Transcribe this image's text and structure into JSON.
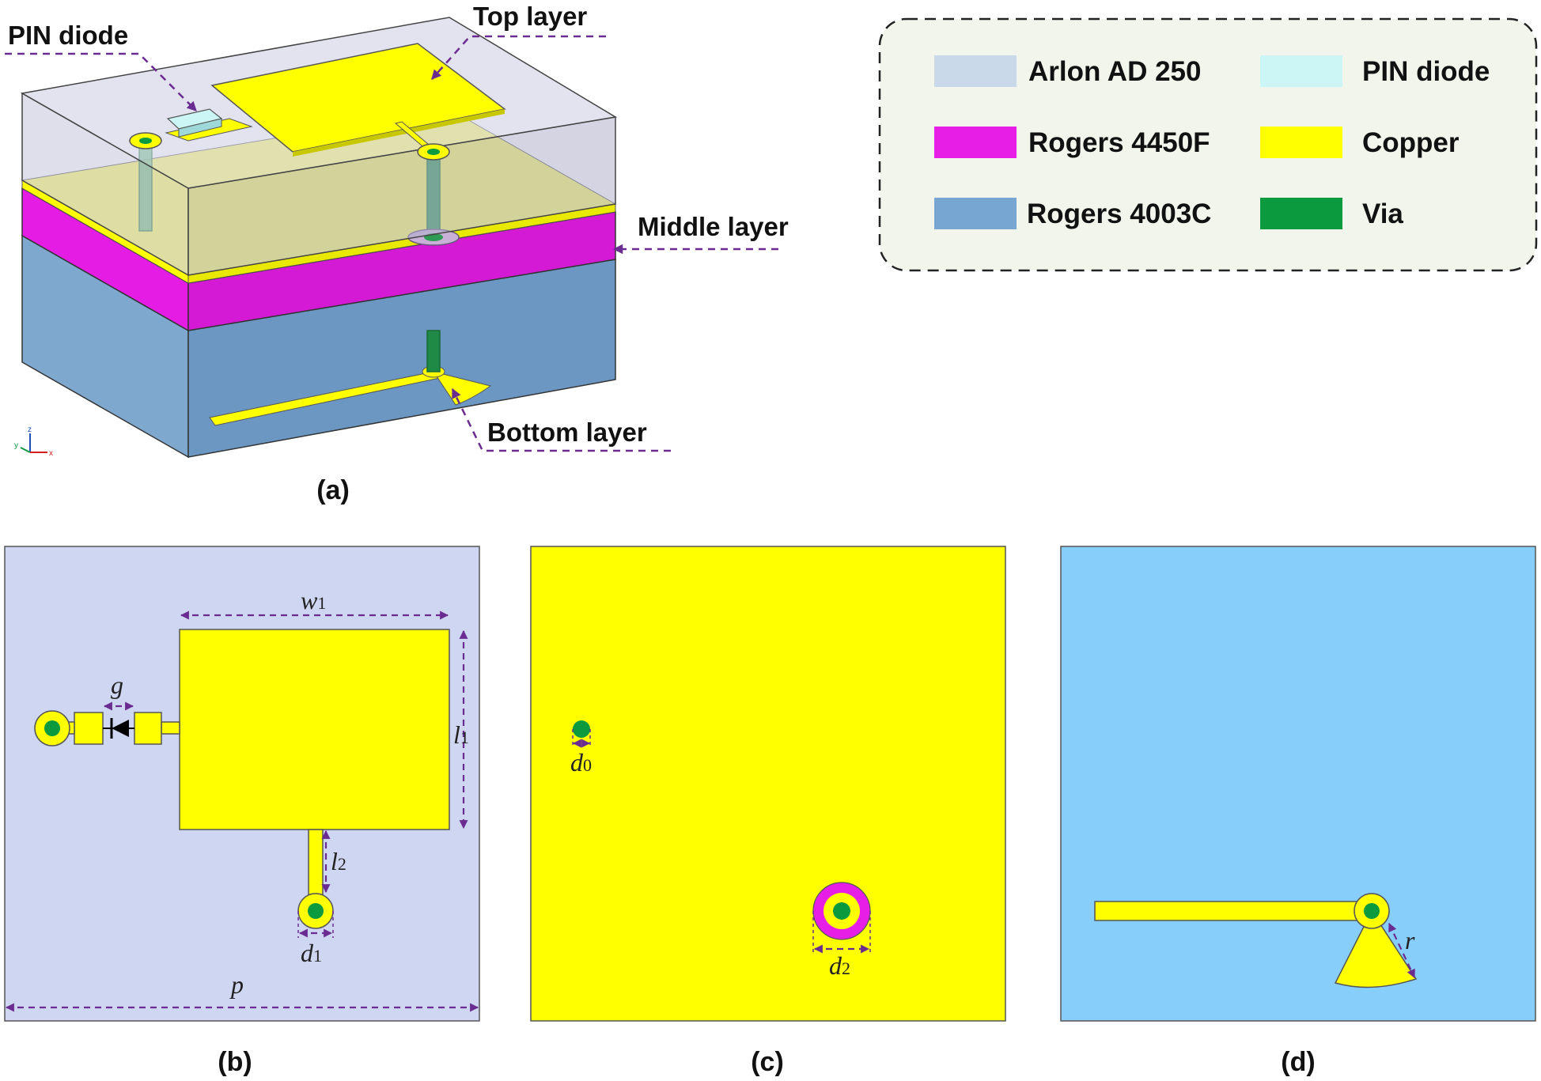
{
  "colors": {
    "arlon": "#c9d9ea",
    "rogers4450f": "#e61ee6",
    "rogers4003c": "#78a6d2",
    "pin": "#ccf5f5",
    "copper": "#ffff00",
    "via": "#0c9a3e",
    "annotation": "#6a2c91",
    "legend_bg": "#f2f5ec",
    "panel_b_bg": "#cfd6f2",
    "panel_d_bg": "#87cefa"
  },
  "legend": {
    "items": [
      {
        "label": "Arlon AD 250",
        "color": "#c9d9ea"
      },
      {
        "label": "PIN diode",
        "color": "#ccf5f5"
      },
      {
        "label": "Rogers 4450F",
        "color": "#e61ee6"
      },
      {
        "label": "Copper",
        "color": "#ffff00"
      },
      {
        "label": "Rogers 4003C",
        "color": "#78a6d2"
      },
      {
        "label": "Via",
        "color": "#0c9a3e"
      }
    ]
  },
  "panel_a": {
    "labels": {
      "pin_diode": "PIN diode",
      "top_layer": "Top layer",
      "middle_layer": "Middle layer",
      "bottom_layer": "Bottom layer"
    },
    "axes": {
      "z": "z",
      "y": "y",
      "x": "x"
    },
    "caption": "(a)"
  },
  "panel_b": {
    "dims": {
      "w": "w",
      "w_sub": "1",
      "l1": "l",
      "l1_sub": "1",
      "g": "g",
      "l2": "l",
      "l2_sub": "2",
      "d1": "d",
      "d1_sub": "1",
      "p": "p"
    },
    "caption": "(b)"
  },
  "panel_c": {
    "dims": {
      "d0": "d",
      "d0_sub": "0",
      "d2": "d",
      "d2_sub": "2"
    },
    "caption": "(c)"
  },
  "panel_d": {
    "dims": {
      "r": "r"
    },
    "caption": "(d)"
  }
}
